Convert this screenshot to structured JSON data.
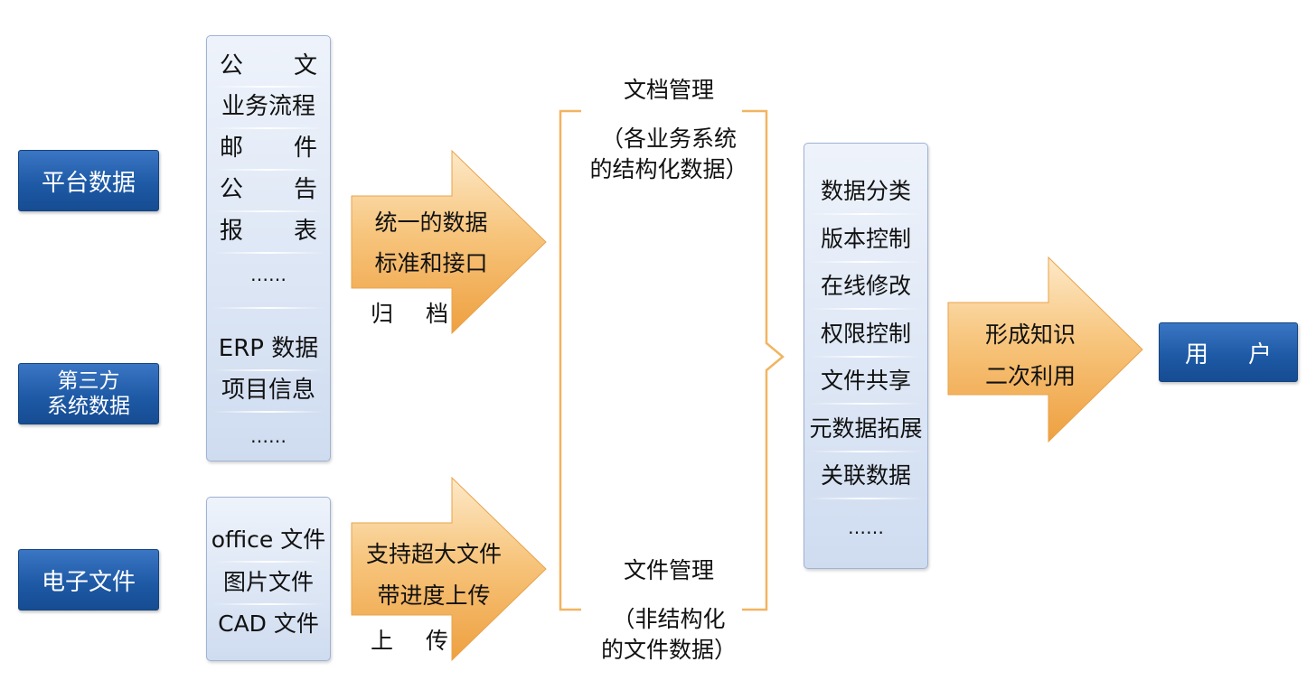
{
  "sources": {
    "platform": "平台数据",
    "third_party_line1": "第三方",
    "third_party_line2": "系统数据",
    "electronic_files": "电子文件"
  },
  "structured_list": {
    "gongwen": [
      "公",
      "文"
    ],
    "workflow": "业务流程",
    "mail": [
      "邮",
      "件"
    ],
    "notice": [
      "公",
      "告"
    ],
    "report": [
      "报",
      "表"
    ],
    "ellipsis1": "……",
    "erp": "ERP 数据",
    "project": "项目信息",
    "ellipsis2": "……"
  },
  "file_list": {
    "office": "office 文件",
    "image": "图片文件",
    "cad": "CAD 文件"
  },
  "arrow_archive": {
    "line1": "统一的数据",
    "line2": "标准和接口",
    "label": [
      "归",
      "档"
    ]
  },
  "arrow_upload": {
    "line1": "支持超大文件",
    "line2": "带进度上传",
    "label": [
      "上",
      "传"
    ]
  },
  "doc_mgmt": {
    "title": "文档管理",
    "sub1": "（各业务系统",
    "sub2": "的结构化数据）"
  },
  "file_mgmt": {
    "title": "文件管理",
    "sub1": "（非结构化",
    "sub2": "的文件数据）"
  },
  "features": [
    "数据分类",
    "版本控制",
    "在线修改",
    "权限控制",
    "文件共享",
    "元数据拓展",
    "关联数据",
    "……"
  ],
  "arrow_knowledge": {
    "line1": "形成知识",
    "line2": "二次利用"
  },
  "user": [
    "用",
    "户"
  ],
  "colors": {
    "blue_box": "#1e5aa6",
    "panel": "#d6e2f3",
    "arrow": "#f4b45a",
    "bracket": "#f2b460"
  }
}
